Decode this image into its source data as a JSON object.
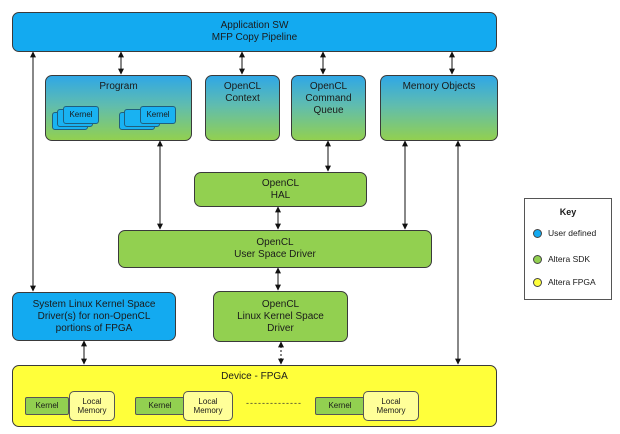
{
  "app_sw": {
    "line1": "Application SW",
    "line2": "MFP Copy Pipeline"
  },
  "program": {
    "title": "Program",
    "kernel_label": "Kernel"
  },
  "context": {
    "line1": "OpenCL",
    "line2": "Context"
  },
  "queue": {
    "line1": "OpenCL",
    "line2": "Command",
    "line3": "Queue"
  },
  "memory_objects": {
    "title": "Memory Objects"
  },
  "hal": {
    "line1": "OpenCL",
    "line2": "HAL"
  },
  "usd": {
    "line1": "OpenCL",
    "line2": "User Space Driver"
  },
  "sys_driver": {
    "line1": "System Linux Kernel Space",
    "line2": "Driver(s) for non-OpenCL",
    "line3": "portions of FPGA"
  },
  "lk_driver": {
    "line1": "OpenCL",
    "line2": "Linux Kernel Space",
    "line3": "Driver"
  },
  "fpga": {
    "title": "Device - FPGA",
    "kernel_label": "Kernel",
    "local_mem_line1": "Local",
    "local_mem_line2": "Memory",
    "dashes": "--------------"
  },
  "legend": {
    "title": "Key",
    "items": [
      {
        "label": "User defined",
        "color": "#13aaf0"
      },
      {
        "label": "Altera SDK",
        "color": "#92d050"
      },
      {
        "label": "Altera FPGA",
        "color": "#ffff3a"
      }
    ]
  }
}
